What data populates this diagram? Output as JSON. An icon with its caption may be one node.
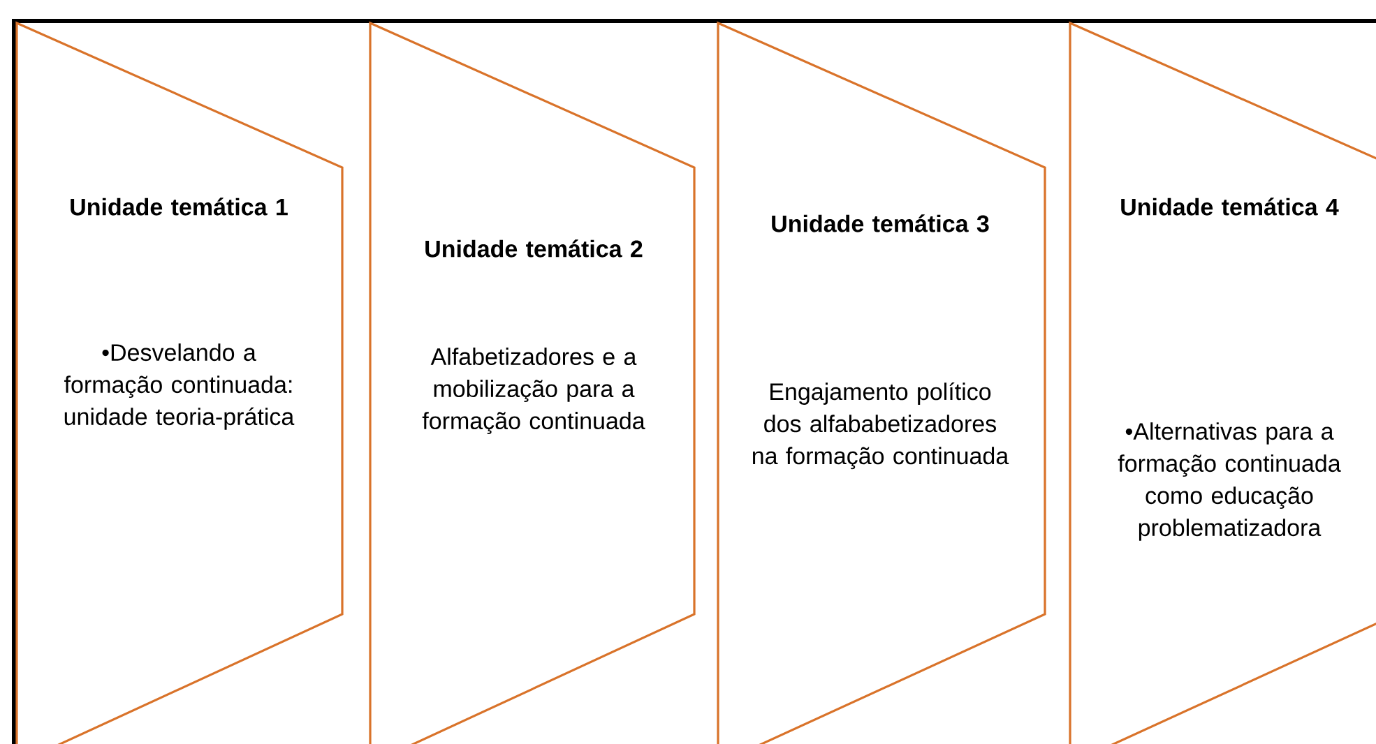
{
  "diagram": {
    "nodes": [
      {
        "text": [
          "Unidade temática 1",
          "•Desvelando a formação continuada: unidade teoria-prática"
        ]
      },
      {
        "text": [
          "Unidade temática 2",
          "Alfabetizadores e a mobilização para a formação continuada"
        ]
      },
      {
        "text": [
          "Unidade temática 3",
          "Engajamento político dos alfababetizadores na formação continuada"
        ]
      },
      {
        "text": [
          "Unidade temática 4",
          "•Alternativas para a formação continuada como educação problematizadora"
        ]
      }
    ]
  }
}
